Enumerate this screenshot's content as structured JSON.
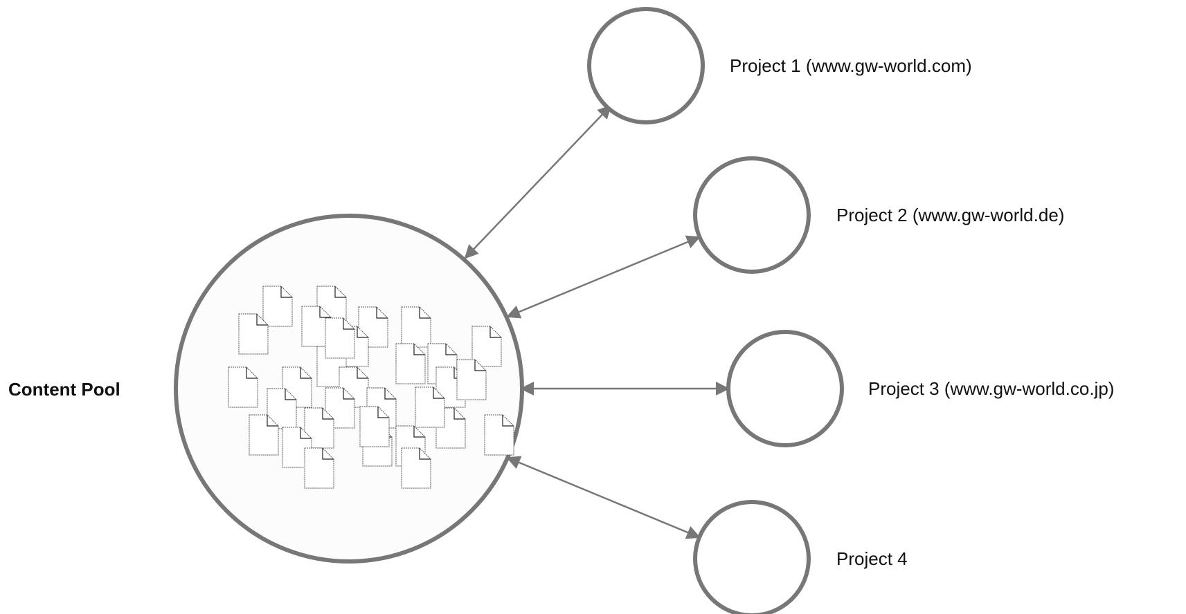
{
  "content_pool": {
    "label": "Content Pool",
    "document_count": 31
  },
  "projects": [
    {
      "id": "project-1",
      "label": "Project 1 (www.gw-world.com)"
    },
    {
      "id": "project-2",
      "label": "Project 2 (www.gw-world.de)"
    },
    {
      "id": "project-3",
      "label": "Project 3 (www.gw-world.co.jp)"
    },
    {
      "id": "project-4",
      "label": "Project 4"
    }
  ],
  "connections": [
    {
      "from": "content-pool",
      "to": "project-1",
      "direction": "bidirectional"
    },
    {
      "from": "content-pool",
      "to": "project-2",
      "direction": "bidirectional"
    },
    {
      "from": "content-pool",
      "to": "project-3",
      "direction": "bidirectional"
    },
    {
      "from": "content-pool",
      "to": "project-4",
      "direction": "bidirectional"
    }
  ],
  "colors": {
    "circle_stroke": "#777777",
    "pool_fill": "#fcfcfc",
    "arrow": "#777777",
    "document_stroke": "#555555",
    "text": "#111111"
  },
  "icons": {
    "document": "document-icon"
  }
}
